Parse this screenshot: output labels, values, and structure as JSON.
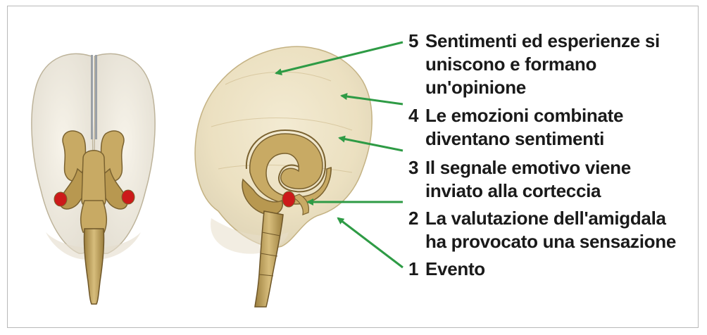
{
  "steps": [
    {
      "num": "5",
      "lines": [
        "Sentimenti ed esperienze si",
        "uniscono e formano",
        "un'opinione"
      ]
    },
    {
      "num": "4",
      "lines": [
        "Le emozioni combinate",
        "diventano sentimenti"
      ]
    },
    {
      "num": "3",
      "lines": [
        "Il segnale emotivo viene",
        "inviato alla corteccia"
      ]
    },
    {
      "num": "2",
      "lines": [
        "La valutazione dell'amigdala",
        "ha provocato una sensazione"
      ]
    },
    {
      "num": "1",
      "lines": [
        "Evento"
      ]
    }
  ],
  "colors": {
    "arrow": "#2e9b45",
    "amygdala": "#cc1a1a",
    "brain_shell": "#e9dcb5",
    "brain_structure": "#c8aa64",
    "frame_border": "#b9b9b9"
  },
  "icons": [
    "brain-front-view",
    "brain-side-view",
    "amygdala-marker"
  ]
}
